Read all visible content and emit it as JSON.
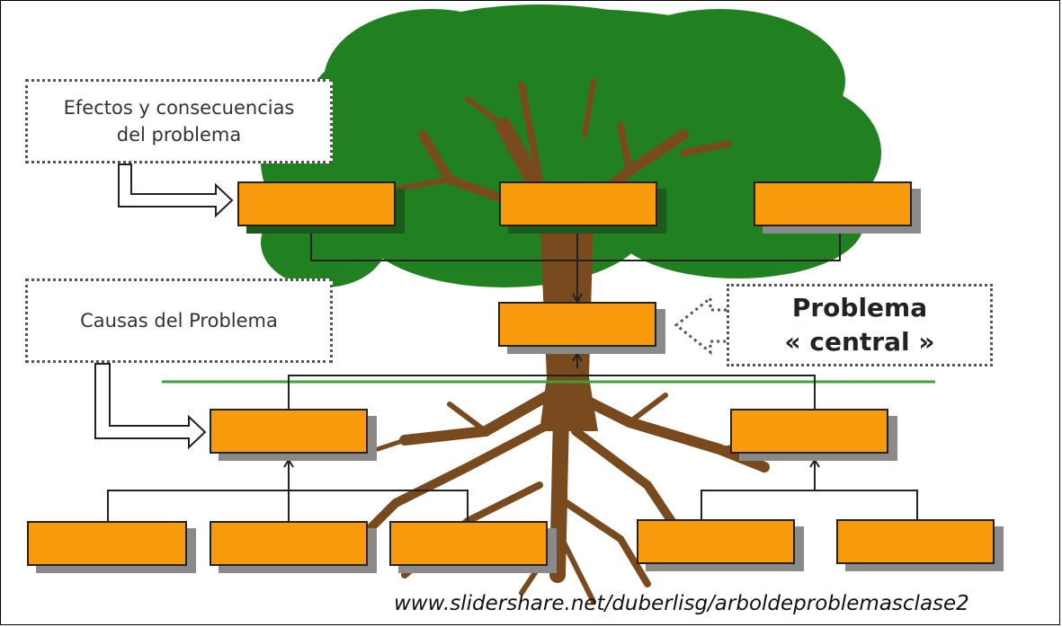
{
  "labels": {
    "effects": "Efectos y consecuencias del problema",
    "effects_line1": "Efectos y consecuencias",
    "effects_line2": "del problema",
    "causes": "Causas del Problema",
    "central_line1": "Problema",
    "central_line2": "« central »"
  },
  "source_url": "www.slidershare.net/duberlisg/arboldeproblemasclase2",
  "colors": {
    "box_fill": "#f79a0c",
    "foliage": "#218121",
    "trunk": "#7a4a1f",
    "divider": "#3aa33a"
  }
}
